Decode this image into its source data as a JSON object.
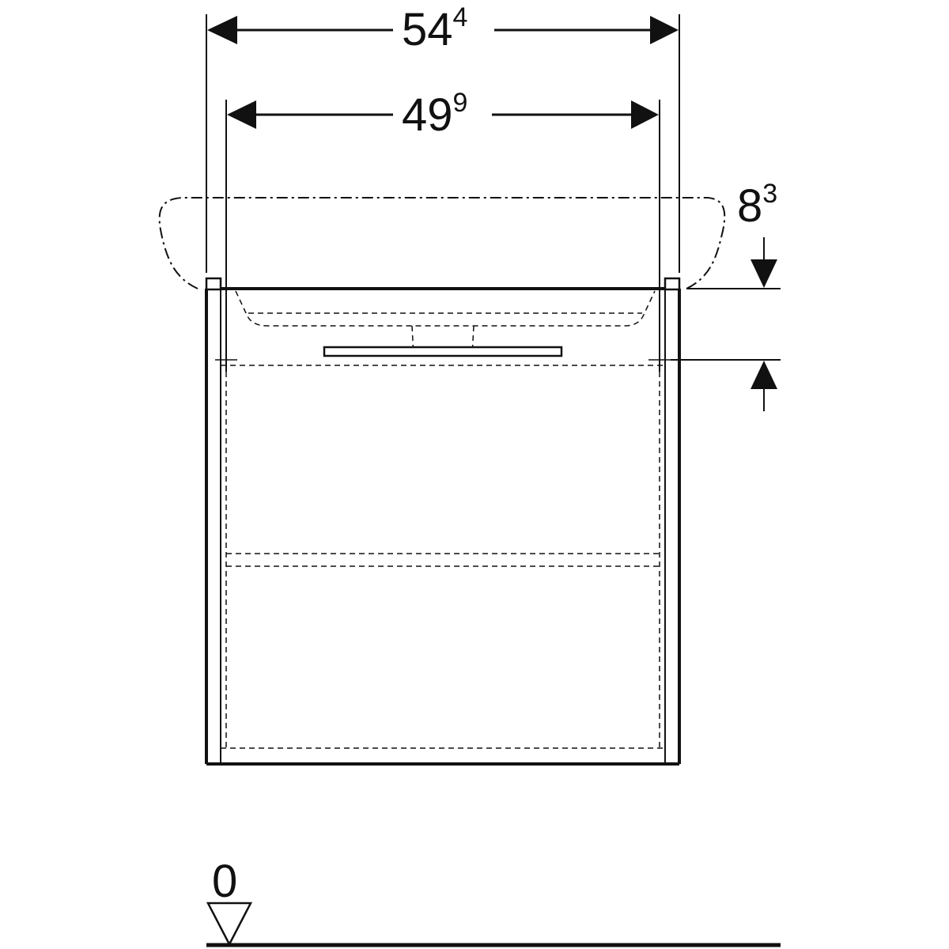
{
  "dimensions": {
    "overall_width": {
      "main": "54",
      "sup": "4"
    },
    "inner_width": {
      "main": "49",
      "sup": "9"
    },
    "top_offset": {
      "main": "8",
      "sup": "3"
    }
  },
  "floor_datum": {
    "label": "0"
  },
  "colors": {
    "line": "#111111",
    "background": "#ffffff"
  }
}
